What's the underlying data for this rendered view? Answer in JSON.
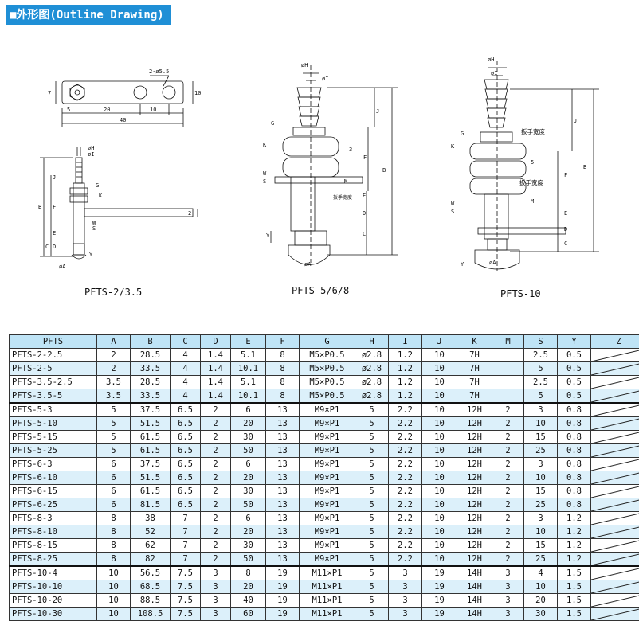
{
  "section_title": "■外形图(Outline Drawing)",
  "drawings": {
    "pfts_2": {
      "caption": "PFTS-2/3.5",
      "dims": {
        "hole": "2-ø5.5",
        "w7": "7",
        "h10": "10",
        "d5": "5",
        "d20": "20",
        "d10": "10",
        "d40": "40",
        "phiH": "øH",
        "phiI": "øI",
        "J": "J",
        "G": "G",
        "K": "K",
        "F": "F",
        "B": "B",
        "E": "E",
        "D": "D",
        "C": "C",
        "S": "S",
        "W": "W",
        "Y": "Y",
        "phiA": "øA",
        "two": "2"
      }
    },
    "pfts_5": {
      "caption": "PFTS-5/6/8",
      "dims": {
        "phiH": "øH",
        "phiI": "øI",
        "J": "J",
        "G": "G",
        "K": "K",
        "W": "W",
        "S": "S",
        "three": "3",
        "F": "F",
        "B": "B",
        "M": "M",
        "E": "E",
        "D": "D",
        "C": "C",
        "Y": "Y",
        "phiA": "øA",
        "wrench": "扳手宽度"
      }
    },
    "pfts_10": {
      "caption": "PFTS-10",
      "dims": {
        "phiH": "øH",
        "phiI": "øI",
        "J": "J",
        "G": "G",
        "K": "K",
        "W": "W",
        "S": "S",
        "five": "5",
        "F": "F",
        "B": "B",
        "M": "M",
        "E": "E",
        "D": "D",
        "C": "C",
        "Y": "Y",
        "phiA": "øA",
        "wrench1": "扳手宽度",
        "wrench2": "扳手宽度"
      }
    }
  },
  "table": {
    "headers": [
      "PFTS",
      "A",
      "B",
      "C",
      "D",
      "E",
      "F",
      "G",
      "H",
      "I",
      "J",
      "K",
      "M",
      "S",
      "Y",
      "Z"
    ],
    "rows": [
      [
        "PFTS-2-2.5",
        "2",
        "28.5",
        "4",
        "1.4",
        "5.1",
        "8",
        "M5×P0.5",
        "ø2.8",
        "1.2",
        "10",
        "7H",
        "",
        "2.5",
        "0.5",
        ""
      ],
      [
        "PFTS-2-5",
        "2",
        "33.5",
        "4",
        "1.4",
        "10.1",
        "8",
        "M5×P0.5",
        "ø2.8",
        "1.2",
        "10",
        "7H",
        "",
        "5",
        "0.5",
        ""
      ],
      [
        "PFTS-3.5-2.5",
        "3.5",
        "28.5",
        "4",
        "1.4",
        "5.1",
        "8",
        "M5×P0.5",
        "ø2.8",
        "1.2",
        "10",
        "7H",
        "",
        "2.5",
        "0.5",
        ""
      ],
      [
        "PFTS-3.5-5",
        "3.5",
        "33.5",
        "4",
        "1.4",
        "10.1",
        "8",
        "M5×P0.5",
        "ø2.8",
        "1.2",
        "10",
        "7H",
        "",
        "5",
        "0.5",
        ""
      ],
      [
        "PFTS-5-3",
        "5",
        "37.5",
        "6.5",
        "2",
        "6",
        "13",
        "M9×P1",
        "5",
        "2.2",
        "10",
        "12H",
        "2",
        "3",
        "0.8",
        ""
      ],
      [
        "PFTS-5-10",
        "5",
        "51.5",
        "6.5",
        "2",
        "20",
        "13",
        "M9×P1",
        "5",
        "2.2",
        "10",
        "12H",
        "2",
        "10",
        "0.8",
        ""
      ],
      [
        "PFTS-5-15",
        "5",
        "61.5",
        "6.5",
        "2",
        "30",
        "13",
        "M9×P1",
        "5",
        "2.2",
        "10",
        "12H",
        "2",
        "15",
        "0.8",
        ""
      ],
      [
        "PFTS-5-25",
        "5",
        "61.5",
        "6.5",
        "2",
        "50",
        "13",
        "M9×P1",
        "5",
        "2.2",
        "10",
        "12H",
        "2",
        "25",
        "0.8",
        ""
      ],
      [
        "PFTS-6-3",
        "6",
        "37.5",
        "6.5",
        "2",
        "6",
        "13",
        "M9×P1",
        "5",
        "2.2",
        "10",
        "12H",
        "2",
        "3",
        "0.8",
        ""
      ],
      [
        "PFTS-6-10",
        "6",
        "51.5",
        "6.5",
        "2",
        "20",
        "13",
        "M9×P1",
        "5",
        "2.2",
        "10",
        "12H",
        "2",
        "10",
        "0.8",
        ""
      ],
      [
        "PFTS-6-15",
        "6",
        "61.5",
        "6.5",
        "2",
        "30",
        "13",
        "M9×P1",
        "5",
        "2.2",
        "10",
        "12H",
        "2",
        "15",
        "0.8",
        ""
      ],
      [
        "PFTS-6-25",
        "6",
        "81.5",
        "6.5",
        "2",
        "50",
        "13",
        "M9×P1",
        "5",
        "2.2",
        "10",
        "12H",
        "2",
        "25",
        "0.8",
        ""
      ],
      [
        "PFTS-8-3",
        "8",
        "38",
        "7",
        "2",
        "6",
        "13",
        "M9×P1",
        "5",
        "2.2",
        "10",
        "12H",
        "2",
        "3",
        "1.2",
        ""
      ],
      [
        "PFTS-8-10",
        "8",
        "52",
        "7",
        "2",
        "20",
        "13",
        "M9×P1",
        "5",
        "2.2",
        "10",
        "12H",
        "2",
        "10",
        "1.2",
        ""
      ],
      [
        "PFTS-8-15",
        "8",
        "62",
        "7",
        "2",
        "30",
        "13",
        "M9×P1",
        "5",
        "2.2",
        "10",
        "12H",
        "2",
        "15",
        "1.2",
        ""
      ],
      [
        "PFTS-8-25",
        "8",
        "82",
        "7",
        "2",
        "50",
        "13",
        "M9×P1",
        "5",
        "2.2",
        "10",
        "12H",
        "2",
        "25",
        "1.2",
        ""
      ],
      [
        "PFTS-10-4",
        "10",
        "56.5",
        "7.5",
        "3",
        "8",
        "19",
        "M11×P1",
        "5",
        "3",
        "19",
        "14H",
        "3",
        "4",
        "1.5",
        ""
      ],
      [
        "PFTS-10-10",
        "10",
        "68.5",
        "7.5",
        "3",
        "20",
        "19",
        "M11×P1",
        "5",
        "3",
        "19",
        "14H",
        "3",
        "10",
        "1.5",
        ""
      ],
      [
        "PFTS-10-20",
        "10",
        "88.5",
        "7.5",
        "3",
        "40",
        "19",
        "M11×P1",
        "5",
        "3",
        "19",
        "14H",
        "3",
        "20",
        "1.5",
        ""
      ],
      [
        "PFTS-10-30",
        "10",
        "108.5",
        "7.5",
        "3",
        "60",
        "19",
        "M11×P1",
        "5",
        "3",
        "19",
        "14H",
        "3",
        "30",
        "1.5",
        ""
      ]
    ]
  }
}
